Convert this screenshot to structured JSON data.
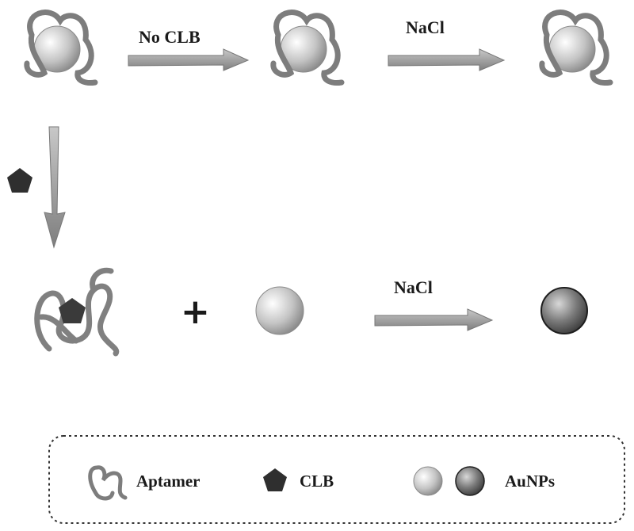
{
  "arrows": {
    "no_clb": "No CLB",
    "nacl_top": "NaCl",
    "nacl_bottom": "NaCl"
  },
  "plus": "+",
  "legend": {
    "aptamer": "Aptamer",
    "clb": "CLB",
    "aunps": "AuNPs"
  },
  "colors": {
    "aptamer_strand": "#7a7a7a",
    "clb_pentagon": "#2f2f2f",
    "aunp_dispersed": "#c8c8c8",
    "aunp_aggregated": "#6e6e6e",
    "arrow": "#9a9a9a",
    "legend_border": "#333333"
  }
}
